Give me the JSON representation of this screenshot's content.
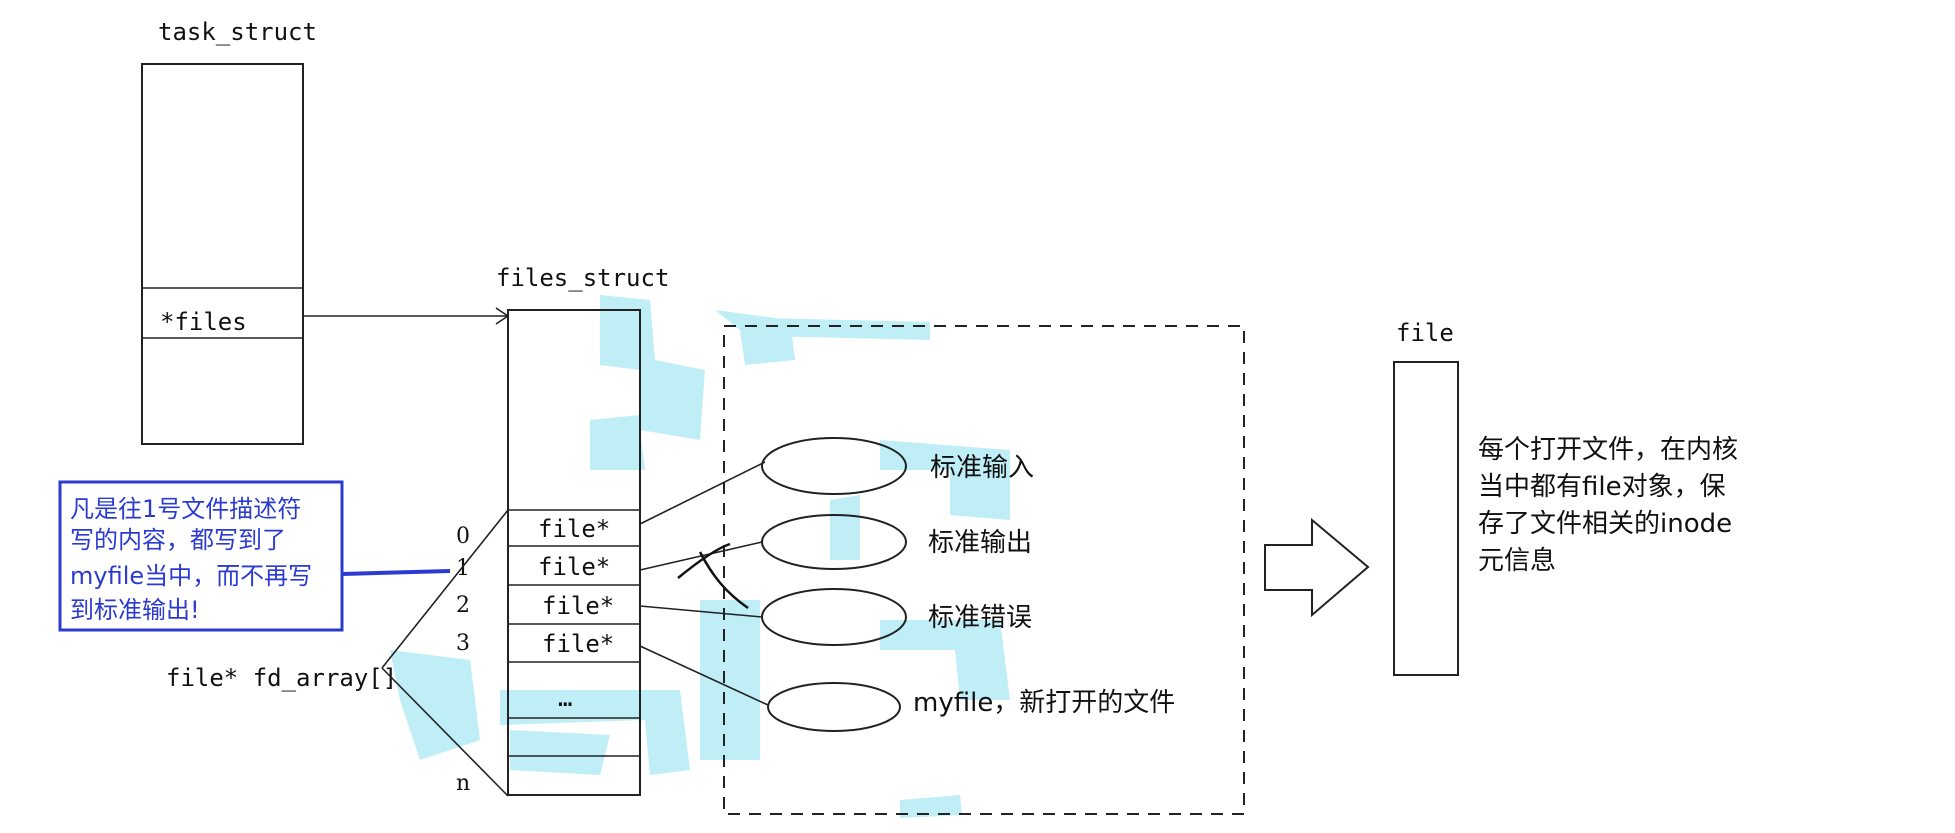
{
  "task_struct": {
    "title": "task_struct",
    "field": "*files"
  },
  "files_struct": {
    "title": "files_struct",
    "slots": [
      "file*",
      "file*",
      "file*",
      "file*",
      "…"
    ],
    "indices": [
      "0",
      "1",
      "2",
      "3",
      "n"
    ],
    "fd_array_label": "file* fd_array[]"
  },
  "open_files": [
    "标准输入",
    "标准输出",
    "标准错误",
    "myfile，新打开的文件"
  ],
  "file_object": {
    "title": "file"
  },
  "file_note": [
    "每个打开文件，在内核",
    "当中都有file对象，保",
    "存了文件相关的inode",
    "元信息"
  ],
  "annotation": {
    "lines": [
      "凡是往1号文件描述符",
      "写的内容，都写到了",
      "myfile当中，而不再写",
      "到标准输出!"
    ],
    "border_color": "#2b3bd0",
    "text_color": "#2b3bd0"
  },
  "colors": {
    "watermark": "#bfeef7",
    "lines": "#222222"
  }
}
